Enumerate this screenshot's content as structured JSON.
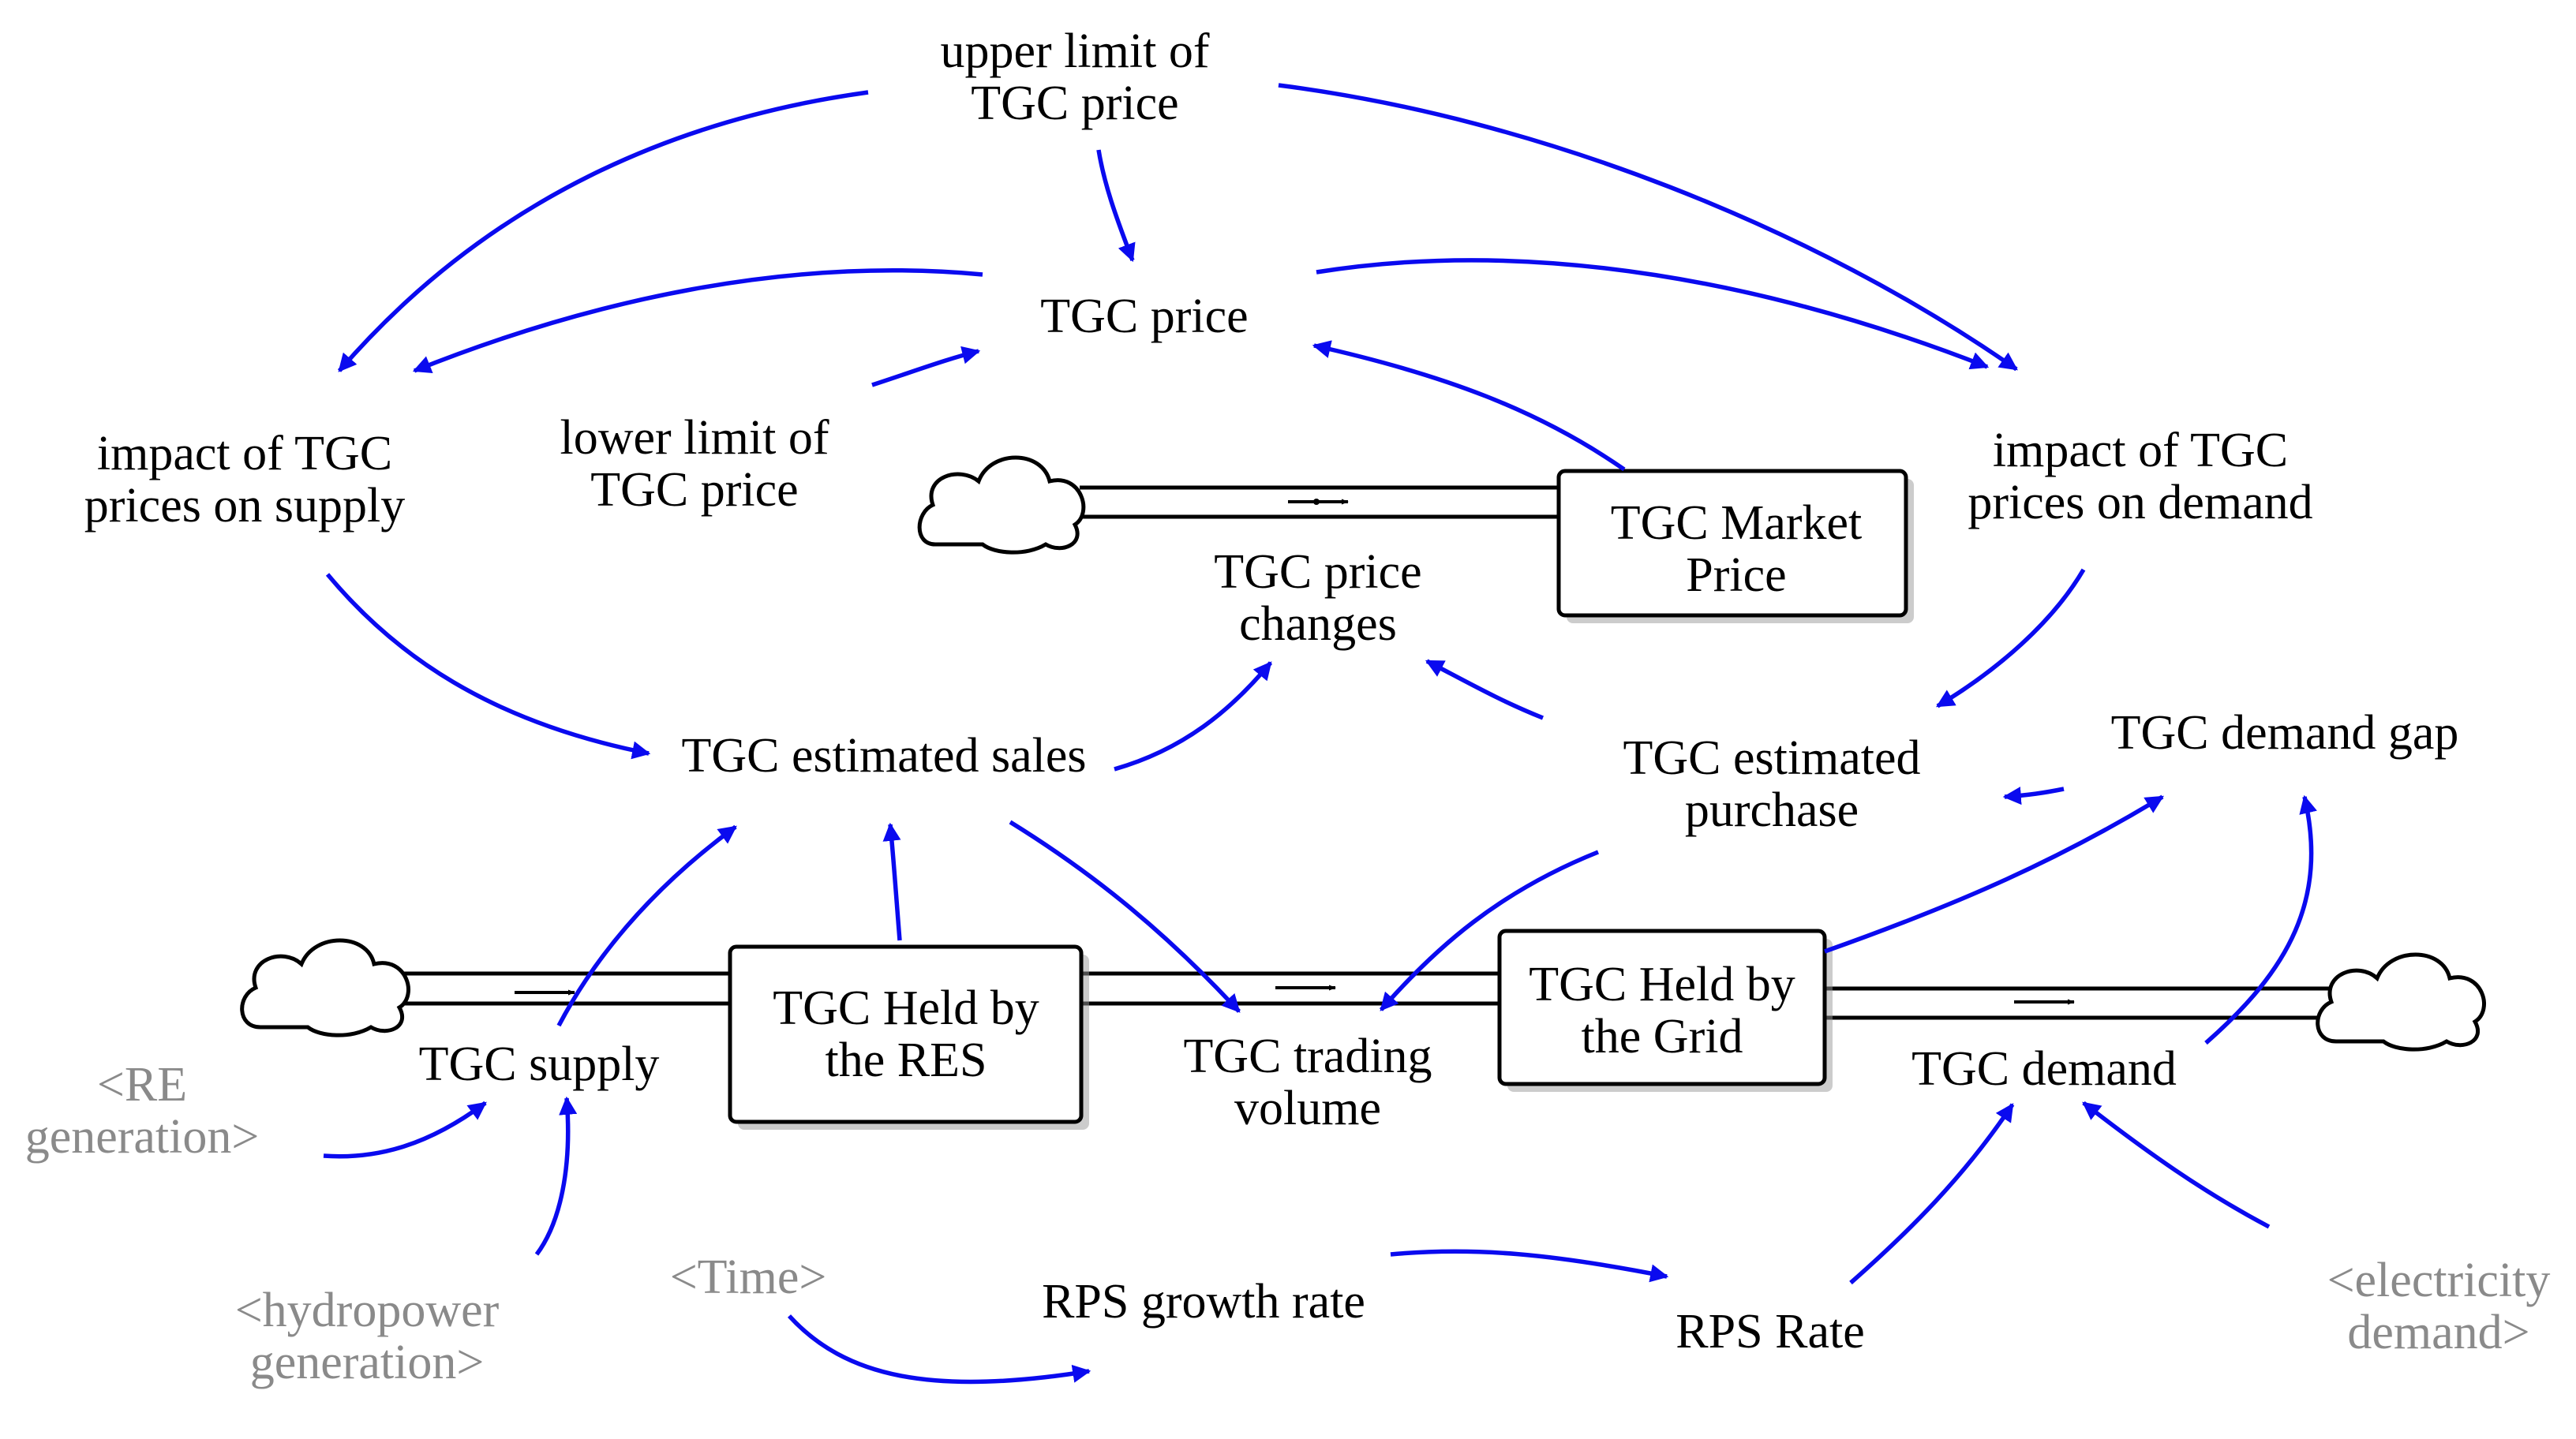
{
  "colors": {
    "arrow": "#0a0aef",
    "pipe": "#000000",
    "shadow_text": "#8a8a8a",
    "background": "#ffffff"
  },
  "variables": {
    "upper_limit": [
      "upper limit of",
      "TGC price"
    ],
    "tgc_price": [
      "TGC price"
    ],
    "lower_limit": [
      "lower limit of",
      "TGC price"
    ],
    "impact_supply": [
      "impact of TGC",
      "prices on supply"
    ],
    "impact_demand": [
      "impact of TGC",
      "prices on demand"
    ],
    "tgc_price_changes": [
      "TGC price",
      "changes"
    ],
    "tgc_est_sales": [
      "TGC estimated sales"
    ],
    "tgc_est_purchase": [
      "TGC estimated",
      "purchase"
    ],
    "tgc_demand_gap": [
      "TGC demand gap"
    ],
    "tgc_supply": [
      "TGC supply"
    ],
    "tgc_trading_volume": [
      "TGC trading",
      "volume"
    ],
    "tgc_demand": [
      "TGC demand"
    ],
    "rps_growth_rate": [
      "RPS growth rate"
    ],
    "rps_rate": [
      "RPS Rate"
    ]
  },
  "stocks": {
    "tgc_market_price": [
      "TGC Market",
      "Price"
    ],
    "held_res": [
      "TGC Held by",
      "the RES"
    ],
    "held_grid": [
      "TGC Held by",
      "the Grid"
    ]
  },
  "shadow_variables": {
    "re_generation": [
      "<RE",
      "generation>"
    ],
    "hydropower_generation": [
      "<hydropower",
      "generation>"
    ],
    "time": [
      "<Time>"
    ],
    "electricity_demand": [
      "<electricity",
      "demand>"
    ]
  }
}
